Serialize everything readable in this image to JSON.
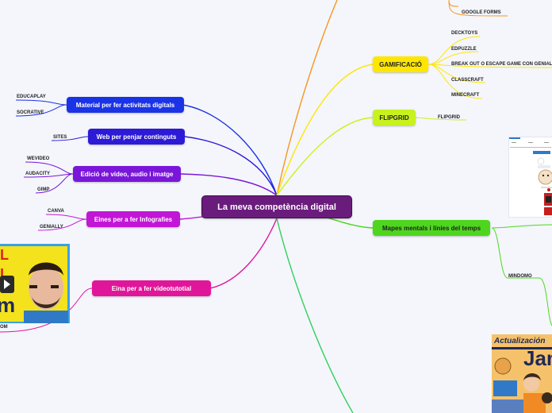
{
  "central": {
    "label": "La meva competència digital"
  },
  "left_branches": [
    {
      "label": "Material per fer activitats digitals",
      "color": "#1a33e6",
      "leaves": [
        "EDUCAPLAY",
        "SOCRATIVE"
      ]
    },
    {
      "label": "Web per penjar continguts",
      "color": "#2d1ad6",
      "leaves": [
        "SITES"
      ]
    },
    {
      "label": "Edició de vídeo, audio i imatge",
      "color": "#7a16d9",
      "leaves": [
        "WEVIDEO",
        "AUDACITY",
        "GIMP"
      ]
    },
    {
      "label": "Eines per a fer Infografies",
      "color": "#c216d6",
      "leaves": [
        "CANVA",
        "GENIALLY"
      ]
    },
    {
      "label": "Eina per a fer videotutotial",
      "color": "#e0169a",
      "leaves": [
        "OM"
      ]
    }
  ],
  "right_branches": [
    {
      "label": "",
      "color": "#f7951d",
      "leaves": [
        "GOOGLE FORMS"
      ]
    },
    {
      "label": "GAMIFICACIÓ",
      "color": "#ffe600",
      "leaves": [
        "DECKTOYS",
        "EDPUZZLE",
        "BREAK OUT O ESCAPE GAME CON GENIALLY",
        "CLASSCRAFT",
        "MINECRAFT"
      ]
    },
    {
      "label": "FLIPGRID",
      "color": "#c8f21e",
      "leaves": [
        "FLIPGRID"
      ]
    },
    {
      "label": "Mapes mentals i línies del temps",
      "color": "#4ed61e",
      "leaves": [
        "MINDOMO"
      ]
    }
  ],
  "thumbnails": {
    "video": {
      "icon": "play-icon",
      "colors": {
        "yellow": "#f4e21c",
        "red": "#d9241c",
        "face": "#e8b99c"
      }
    },
    "mindomo": {
      "icon": "document-icon",
      "colors": {
        "red": "#c81e1e",
        "blue": "#2f79c6"
      }
    },
    "jam": {
      "title": "Actualización",
      "word": "Jam",
      "colors": {
        "bg": "#f5c26b",
        "text": "#1f2a57",
        "banner": "#1f2a57"
      }
    }
  }
}
